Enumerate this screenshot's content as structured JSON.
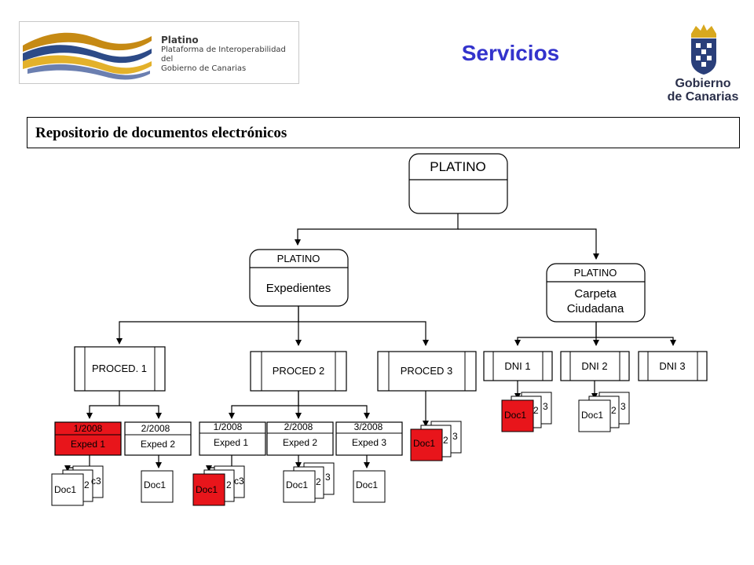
{
  "header": {
    "logo": {
      "brand": "Platino",
      "line2": "Plataforma de Interoperabilidad del",
      "line3": "Gobierno de Canarias"
    },
    "title": "Servicios",
    "gobierno": {
      "line1": "Gobierno",
      "line2": "de Canarias"
    }
  },
  "subtitle": "Repositorio de documentos electrónicos",
  "diagram": {
    "root": {
      "label": "PLATINO"
    },
    "expedientes": {
      "header": "PLATINO",
      "label": "Expedientes"
    },
    "carpeta": {
      "header": "PLATINO",
      "line1": "Carpeta",
      "line2": "Ciudadana"
    },
    "procedures": [
      {
        "label": "PROCED. 1"
      },
      {
        "label": "PROCED 2"
      },
      {
        "label": "PROCED 3"
      }
    ],
    "dnis": [
      {
        "label": "DNI 1"
      },
      {
        "label": "DNI 2"
      },
      {
        "label": "DNI 3"
      }
    ],
    "expedients": [
      {
        "year": "1/2008",
        "name": "Exped 1",
        "highlighted": true
      },
      {
        "year": "2/2008",
        "name": "Exped 2",
        "highlighted": false
      },
      {
        "year": "1/2008",
        "name": "Exped 1",
        "highlighted": false
      },
      {
        "year": "2/2008",
        "name": "Exped 2",
        "highlighted": false
      },
      {
        "year": "3/2008",
        "name": "Exped 3",
        "highlighted": false
      }
    ],
    "doc_stacks": [
      {
        "front": "Doc1",
        "back": [
          "2",
          "3"
        ],
        "back_partial": [
          "c3"
        ],
        "highlighted": false
      },
      {
        "front": "Doc1",
        "back": [],
        "highlighted": false
      },
      {
        "front": "Doc1",
        "back": [
          "2"
        ],
        "back_partial": [
          "c3"
        ],
        "highlighted": true
      },
      {
        "front": "Doc1",
        "back": [
          "2",
          "3"
        ],
        "highlighted": false
      },
      {
        "front": "Doc1",
        "back": [],
        "highlighted": false
      },
      {
        "front": "Doc1",
        "back": [
          "2",
          "3"
        ],
        "highlighted": true
      },
      {
        "front": "Doc1",
        "back": [
          "2",
          "3"
        ],
        "highlighted": true
      },
      {
        "front": "Doc1",
        "back": [
          "2",
          "3"
        ],
        "highlighted": false
      }
    ]
  },
  "colors": {
    "title": "#3333cc",
    "highlight": "#e8151b",
    "stroke": "#000000"
  }
}
